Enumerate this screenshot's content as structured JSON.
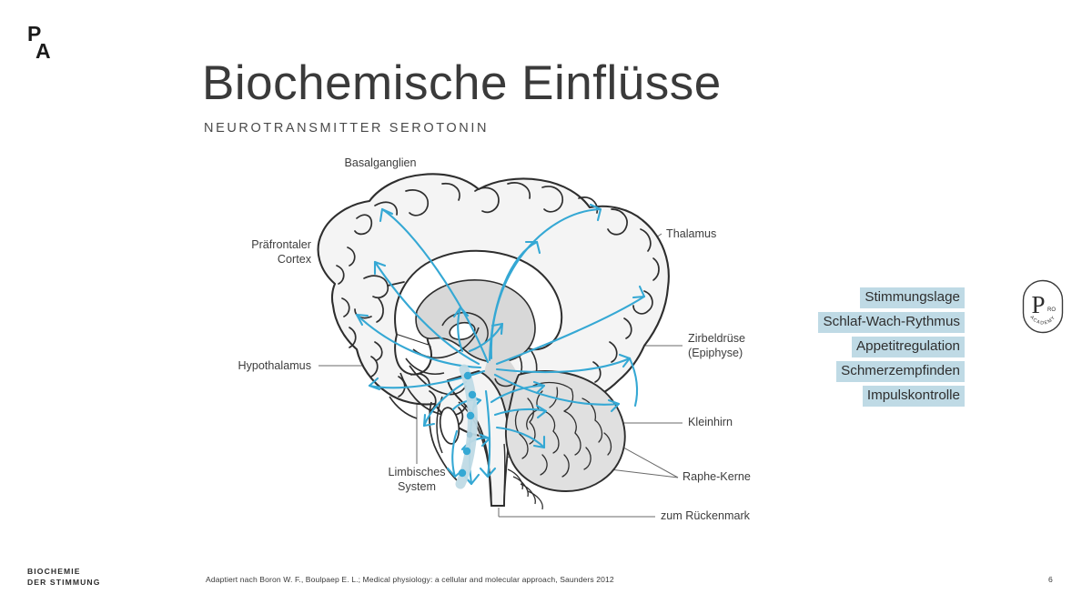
{
  "brand": {
    "line1": "P",
    "line2": "A"
  },
  "header": {
    "title": "Biochemische Einflüsse",
    "subtitle": "NEUROTRANSMITTER SEROTONIN"
  },
  "diagram": {
    "name": "serotonin-pathway-brain-diagram",
    "accent_blue": "#35a8d4",
    "brain_fill": "#f2f2f2",
    "deep_structure_fill": "#d9d9d9",
    "labels": [
      {
        "id": "basalganglien",
        "text": "Basalganglien"
      },
      {
        "id": "praefrontaler-cortex",
        "text": "Präfrontaler\nCortex"
      },
      {
        "id": "hypothalamus",
        "text": "Hypothalamus"
      },
      {
        "id": "limbisches-system",
        "text": "Limbisches\nSystem"
      },
      {
        "id": "thalamus",
        "text": "Thalamus"
      },
      {
        "id": "zirbeldruese",
        "text": "Zirbeldrüse\n(Epiphyse)"
      },
      {
        "id": "kleinhirn",
        "text": "Kleinhirn"
      },
      {
        "id": "raphe-kerne",
        "text": "Raphe-Kerne"
      },
      {
        "id": "zum-rueckenmark",
        "text": "zum Rückenmark"
      }
    ]
  },
  "keywords": {
    "highlight_color": "#bfdae5",
    "items": [
      "Stimmungslage",
      "Schlaf-Wach-Rythmus",
      "Appetitregulation",
      "Schmerzempfinden",
      "Impulskontrolle"
    ]
  },
  "badge": {
    "letter": "P",
    "superscript": "RO",
    "arc_text": "ACADEMY"
  },
  "footer": {
    "left_line1": "BIOCHEMIE",
    "left_line2": "DER STIMMUNG",
    "source": "Adaptiert nach Boron W. F., Boulpaep E. L.; Medical physiology: a cellular and molecular approach, Saunders 2012",
    "page": "6"
  }
}
